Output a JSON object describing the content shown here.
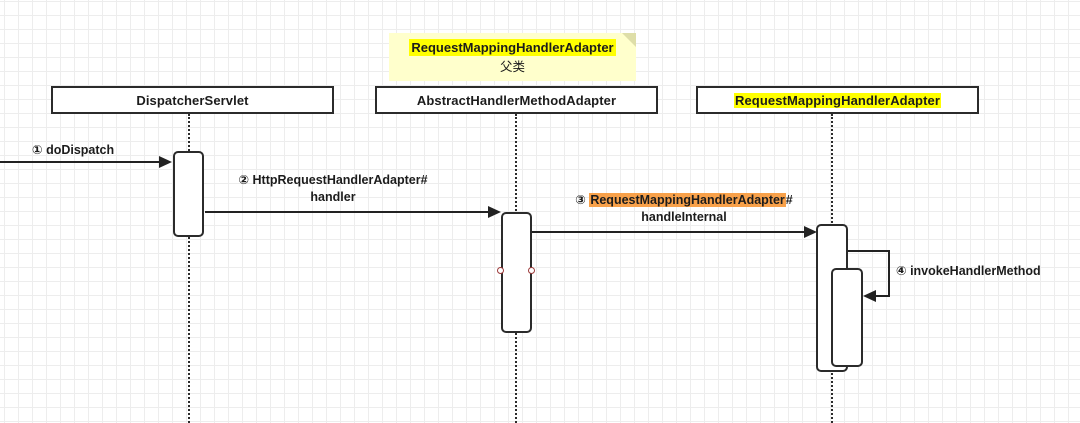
{
  "diagram": {
    "type": "uml-sequence-diagram",
    "background": "#ffffff",
    "grid_color": "#ededed",
    "line_color": "#222222",
    "highlight_yellow": "#ffff00",
    "highlight_orange": "#f8a14a",
    "note_fill": "#ffffcc",
    "handle_color": "#9d3b3b"
  },
  "lifelines": [
    {
      "id": "dispatcher-servlet",
      "label": "DispatcherServlet",
      "highlighted": false
    },
    {
      "id": "abstract-handler-method-adapter",
      "label": "AbstractHandlerMethodAdapter",
      "highlighted": false
    },
    {
      "id": "request-mapping-handler-adapter",
      "label": "RequestMappingHandlerAdapter",
      "highlighted": true
    }
  ],
  "note": {
    "title": "RequestMappingHandlerAdapter",
    "subtitle": "父类"
  },
  "messages": [
    {
      "id": "msg-1",
      "number": "①",
      "label": "doDispatch",
      "from": "actor-start",
      "to": "dispatcher-servlet",
      "highlight": "none"
    },
    {
      "id": "msg-2",
      "number": "②",
      "label_line1": "HttpRequestHandlerAdapter#",
      "label_line2": "handler",
      "from": "dispatcher-servlet",
      "to": "abstract-handler-method-adapter",
      "highlight": "none"
    },
    {
      "id": "msg-3",
      "number": "③",
      "label_highlighted": "RequestMappingHandlerAdapter",
      "label_line1_tail": "#",
      "label_line2": "handleInternal",
      "from": "abstract-handler-method-adapter",
      "to": "request-mapping-handler-adapter",
      "highlight": "orange"
    },
    {
      "id": "msg-4",
      "number": "④",
      "label": "invokeHandlerMethod",
      "from": "request-mapping-handler-adapter",
      "to": "request-mapping-handler-adapter",
      "self_call": true,
      "highlight": "none"
    }
  ]
}
